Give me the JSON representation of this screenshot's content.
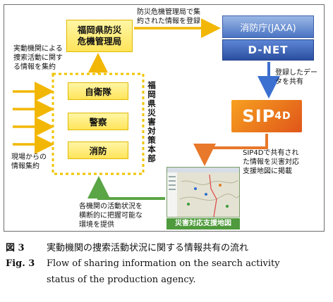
{
  "nodes": {
    "fukuoka_office": "福岡県防災\n危機管理局",
    "fdma": "消防庁(JAXA)",
    "dnet": "D-NET",
    "sip4d_main": "SIP",
    "sip4d_sup": "4D",
    "units": [
      "自衛隊",
      "警察",
      "消防"
    ],
    "hq_vertical": "福岡県災害対策本部",
    "map_caption": "災害対応支援地図"
  },
  "labels": {
    "to_fdma": "防災危機管理局で集\n約された情報を登録",
    "agencies_collect": "実動機関による\n捜索活動に関す\nる情報を集約",
    "registered_share": "登録したデー\nタを共有",
    "sip_share": "SIP4Dで共有され\nた情報を災害対応\n支援地図に掲載",
    "field_collect": "現場からの\n情報集約",
    "environment": "各機関の活動状況を\n横断的に把握可能な\n環境を提供"
  },
  "caption": {
    "jp_label": "図 3",
    "jp_text": "実動機関の捜索活動状況に関する情報共有の流れ",
    "en_label": "Fig. 3",
    "en_text_line1": "Flow of sharing information on the search activity",
    "en_text_line2": "status of the production agency."
  },
  "colors": {
    "yellow_arrow": "#f2b705",
    "blue_arrow": "#3b6fd0",
    "orange_arrow": "#e8782a",
    "green_arrow": "#5aa545",
    "dashed_border": "#f0c400"
  }
}
